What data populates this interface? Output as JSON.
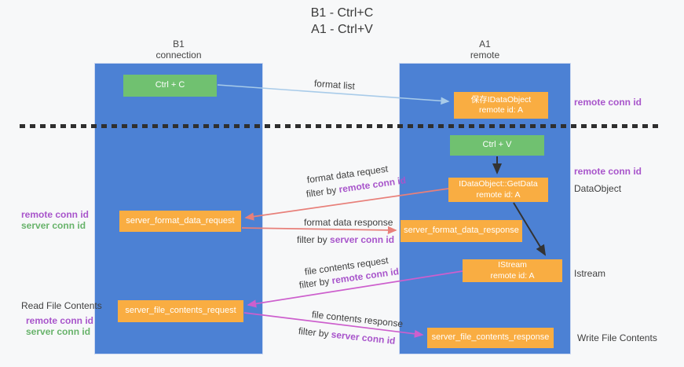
{
  "title": {
    "line1": "B1 - Ctrl+C",
    "line2": "A1 - Ctrl+V"
  },
  "lanes": {
    "left": {
      "name": "B1",
      "subtitle": "connection"
    },
    "right": {
      "name": "A1",
      "subtitle": "remote"
    }
  },
  "boxes": {
    "ctrl_c": {
      "label": "Ctrl + C"
    },
    "save_idataobject": {
      "line1": "保存IDataObject",
      "line2": "remote id: A"
    },
    "ctrl_v": {
      "label": "Ctrl + V"
    },
    "getdata": {
      "line1": "IDataObject::GetData",
      "line2": "remote id: A"
    },
    "server_format_data_request": {
      "label": "server_format_data_request"
    },
    "server_format_data_response": {
      "label": "server_format_data_response"
    },
    "istream": {
      "line1": "IStream",
      "line2": "remote id: A"
    },
    "server_file_contents_request": {
      "label": "server_file_contents_request"
    },
    "server_file_contents_response": {
      "label": "server_file_contents_response"
    }
  },
  "arrow_labels": {
    "format_list": "format list",
    "format_data_request": "format data request",
    "format_data_response": "format data response",
    "file_contents_request": "file contents request",
    "file_contents_response": "file contents response",
    "filter_by": "filter by ",
    "remote_conn_id": "remote conn id",
    "server_conn_id": "server conn id"
  },
  "side_labels": {
    "right": [
      {
        "text": "remote conn id",
        "style": "purple"
      },
      {
        "text": "remote conn id",
        "style": "purple"
      },
      {
        "text": "DataObject",
        "style": "plain"
      },
      {
        "text": "Istream",
        "style": "plain"
      },
      {
        "text": "Write File Contents",
        "style": "plain"
      }
    ],
    "left": [
      {
        "text": "remote conn id",
        "style": "purple"
      },
      {
        "text": "server conn id",
        "style": "green"
      },
      {
        "text": "Read File Contents",
        "style": "plain"
      },
      {
        "text": "remote conn id",
        "style": "purple"
      },
      {
        "text": "server conn id",
        "style": "green"
      }
    ]
  },
  "colors": {
    "lane_fill": "#4c81d4",
    "action_box_green": "#70c170",
    "message_box_orange": "#f9ad42",
    "remote_conn_id_text": "#a855cb",
    "server_conn_id_text": "#68b36b",
    "format_arrow": "#e8807a",
    "file_arrow": "#cd5fcd",
    "format_list_arrow": "#a8cbe9",
    "black_arrow": "#333333"
  }
}
